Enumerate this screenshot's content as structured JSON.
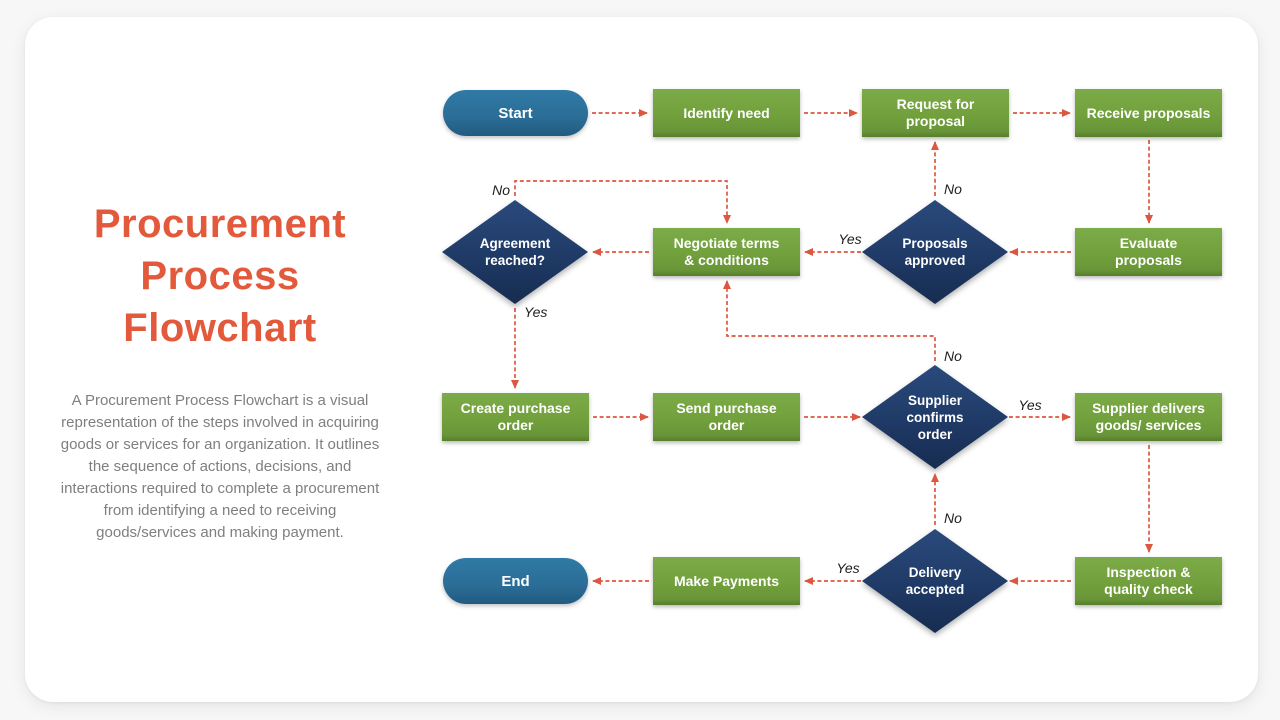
{
  "left_panel": {
    "title": "Procurement Process Flowchart",
    "description": "A Procurement Process Flowchart is a visual representation of the steps involved in acquiring goods or services for an organization. It outlines the sequence of actions, decisions, and interactions required to complete a procurement from identifying a need to receiving goods/services and making payment."
  },
  "colors": {
    "title": "#E2593C",
    "description": "#7F7F7F",
    "terminal_fill": "#2B6D96",
    "process_fill": "#71A03C",
    "decision_fill": "#1F3A66",
    "connector": "#DC5740",
    "label_text": "#1F1F1F"
  },
  "flowchart": {
    "nodes": {
      "start": "Start",
      "identify_need": "Identify need",
      "request_for_proposal": "Request for\nproposal",
      "receive_proposals": "Receive proposals",
      "agreement_reached": "Agreement\nreached?",
      "negotiate_terms": "Negotiate terms\n& conditions",
      "proposals_approved": "Proposals\napproved",
      "evaluate_proposals": "Evaluate\nproposals",
      "create_purchase_order": "Create purchase\norder",
      "send_purchase_order": "Send purchase\norder",
      "supplier_confirms_order": "Supplier\nconfirms\norder",
      "supplier_delivers": "Supplier delivers\ngoods/ services",
      "end": "End",
      "make_payments": "Make Payments",
      "delivery_accepted": "Delivery\naccepted",
      "inspection_quality_check": "Inspection &\nquality check"
    },
    "edge_labels": {
      "agreement_no": "No",
      "agreement_yes": "Yes",
      "proposals_no": "No",
      "proposals_yes": "Yes",
      "supplier_no": "No",
      "supplier_yes": "Yes",
      "delivery_no": "No",
      "delivery_yes": "Yes"
    }
  }
}
